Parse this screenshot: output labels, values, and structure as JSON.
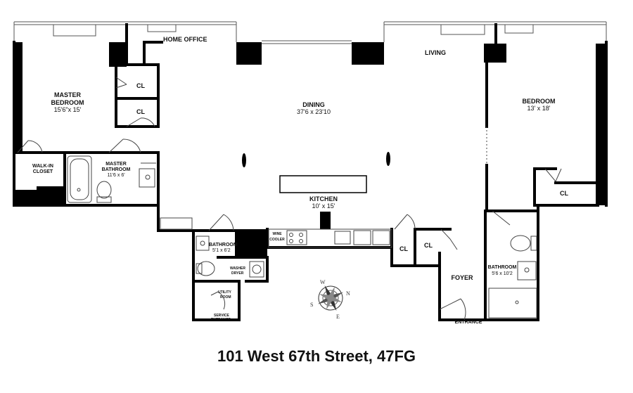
{
  "rooms": {
    "master_bedroom": {
      "name_line1": "MASTER",
      "name_line2": "BEDROOM",
      "dims": "15'6\"x 15'"
    },
    "home_office": {
      "name": "HOME OFFICE"
    },
    "closet_upper": {
      "name": "CL"
    },
    "closet_lower": {
      "name": "CL"
    },
    "dining": {
      "name": "DINING",
      "dims": "37'6 x 23'10"
    },
    "living": {
      "name": "LIVING"
    },
    "bedroom": {
      "name": "BEDROOM",
      "dims": "13' x 18'"
    },
    "closet_bedroom": {
      "name": "CL"
    },
    "walk_in_closet": {
      "name_line1": "WALK-IN",
      "name_line2": "CLOSET"
    },
    "master_bathroom": {
      "name_line1": "MASTER",
      "name_line2": "BATHROOM",
      "dims": "11'6 x 6'"
    },
    "kitchen": {
      "name": "KITCHEN",
      "dims": "10' x 15'"
    },
    "bathroom_small": {
      "name": "BATHROOM",
      "dims": "5'1 x 6'2"
    },
    "washer_dryer": {
      "name_line1": "WASHER",
      "name_line2": "DRYER"
    },
    "utility_room": {
      "name_line1": "UTILITY",
      "name_line2": "ROOM"
    },
    "service_entrance": {
      "name_line1": "SERVICE",
      "name_line2": "ENTRANCE"
    },
    "closet_foyer_left": {
      "name": "CL"
    },
    "closet_foyer_right": {
      "name": "CL"
    },
    "foyer": {
      "name": "FOYER"
    },
    "entrance": {
      "name": "ENTRANCE"
    },
    "bathroom_right": {
      "name": "BATHROOM",
      "dims": "5'6 x 10'2"
    }
  },
  "appliances": {
    "wine_cooler_line1": "WINE",
    "wine_cooler_line2": "COOLER"
  },
  "compass": {
    "n": "N",
    "s": "S",
    "e": "E",
    "w": "W"
  },
  "address": "101 West 67th Street, 47FG"
}
